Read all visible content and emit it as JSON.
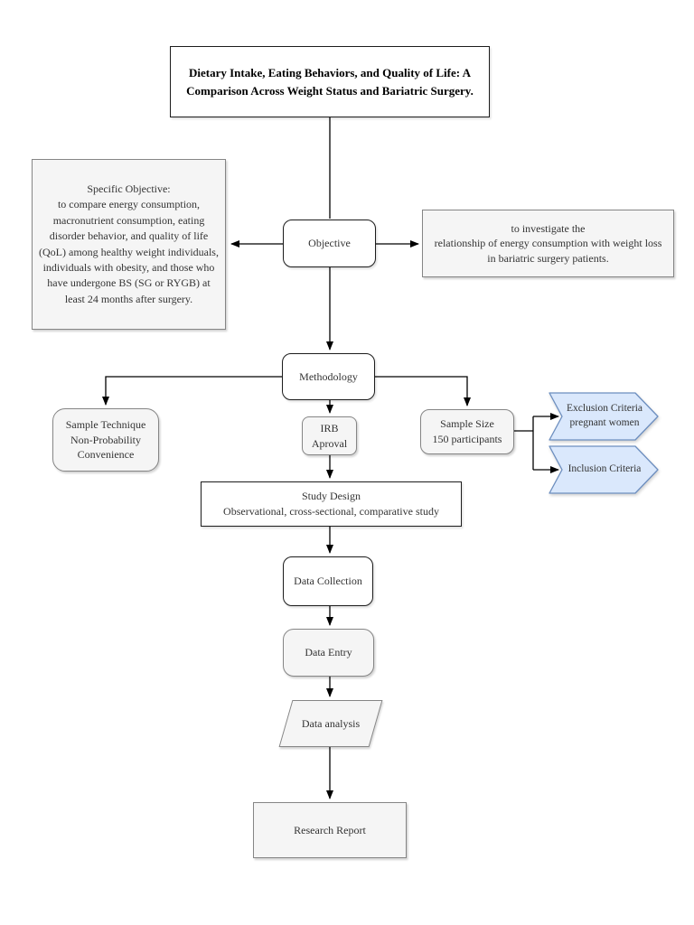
{
  "colors": {
    "white_fill": "#FFFFFF",
    "dark_stroke": "#1C1C1C",
    "gray_fill": "#F5F5F5",
    "gray_stroke": "#858585",
    "blue_fill": "#DAE8FC",
    "blue_stroke": "#6C8EBF",
    "connector": "#000000",
    "text": "#333333"
  },
  "diagram": {
    "title": {
      "line1": "Dietary Intake, Eating Behaviors, and Quality of Life: A",
      "line2": "Comparison Across Weight Status and Bariatric Surgery."
    },
    "specific_objective": {
      "heading": "Specific Objective:",
      "body": "to compare energy consumption, macronutrient consumption, eating disorder behavior, and quality of life (QoL) among healthy weight individuals, individuals with obesity, and those who have undergone BS (SG or RYGB) at least 24 months after surgery."
    },
    "objective": {
      "label": "Objective"
    },
    "investigate": {
      "line1": "to investigate the",
      "line2": "relationship of energy consumption with weight loss in bariatric surgery patients."
    },
    "methodology": {
      "label": "Methodology"
    },
    "sample_technique": {
      "line1": "Sample Technique",
      "line2": "Non-Probability Convenience"
    },
    "irb": {
      "line1": "IRB",
      "line2": "Aproval"
    },
    "sample_size": {
      "line1": "Sample Size",
      "line2": "150 participants"
    },
    "exclusion": {
      "line1": "Exclusion Criteria",
      "line2": "pregnant women"
    },
    "inclusion": {
      "label": "Inclusion Criteria"
    },
    "study_design": {
      "line1": "Study Design",
      "line2": "Observational, cross-sectional, comparative study"
    },
    "data_collection": {
      "label": "Data Collection"
    },
    "data_entry": {
      "label": "Data Entry"
    },
    "data_analysis": {
      "label": "Data analysis"
    },
    "research_report": {
      "label": "Research Report"
    }
  }
}
